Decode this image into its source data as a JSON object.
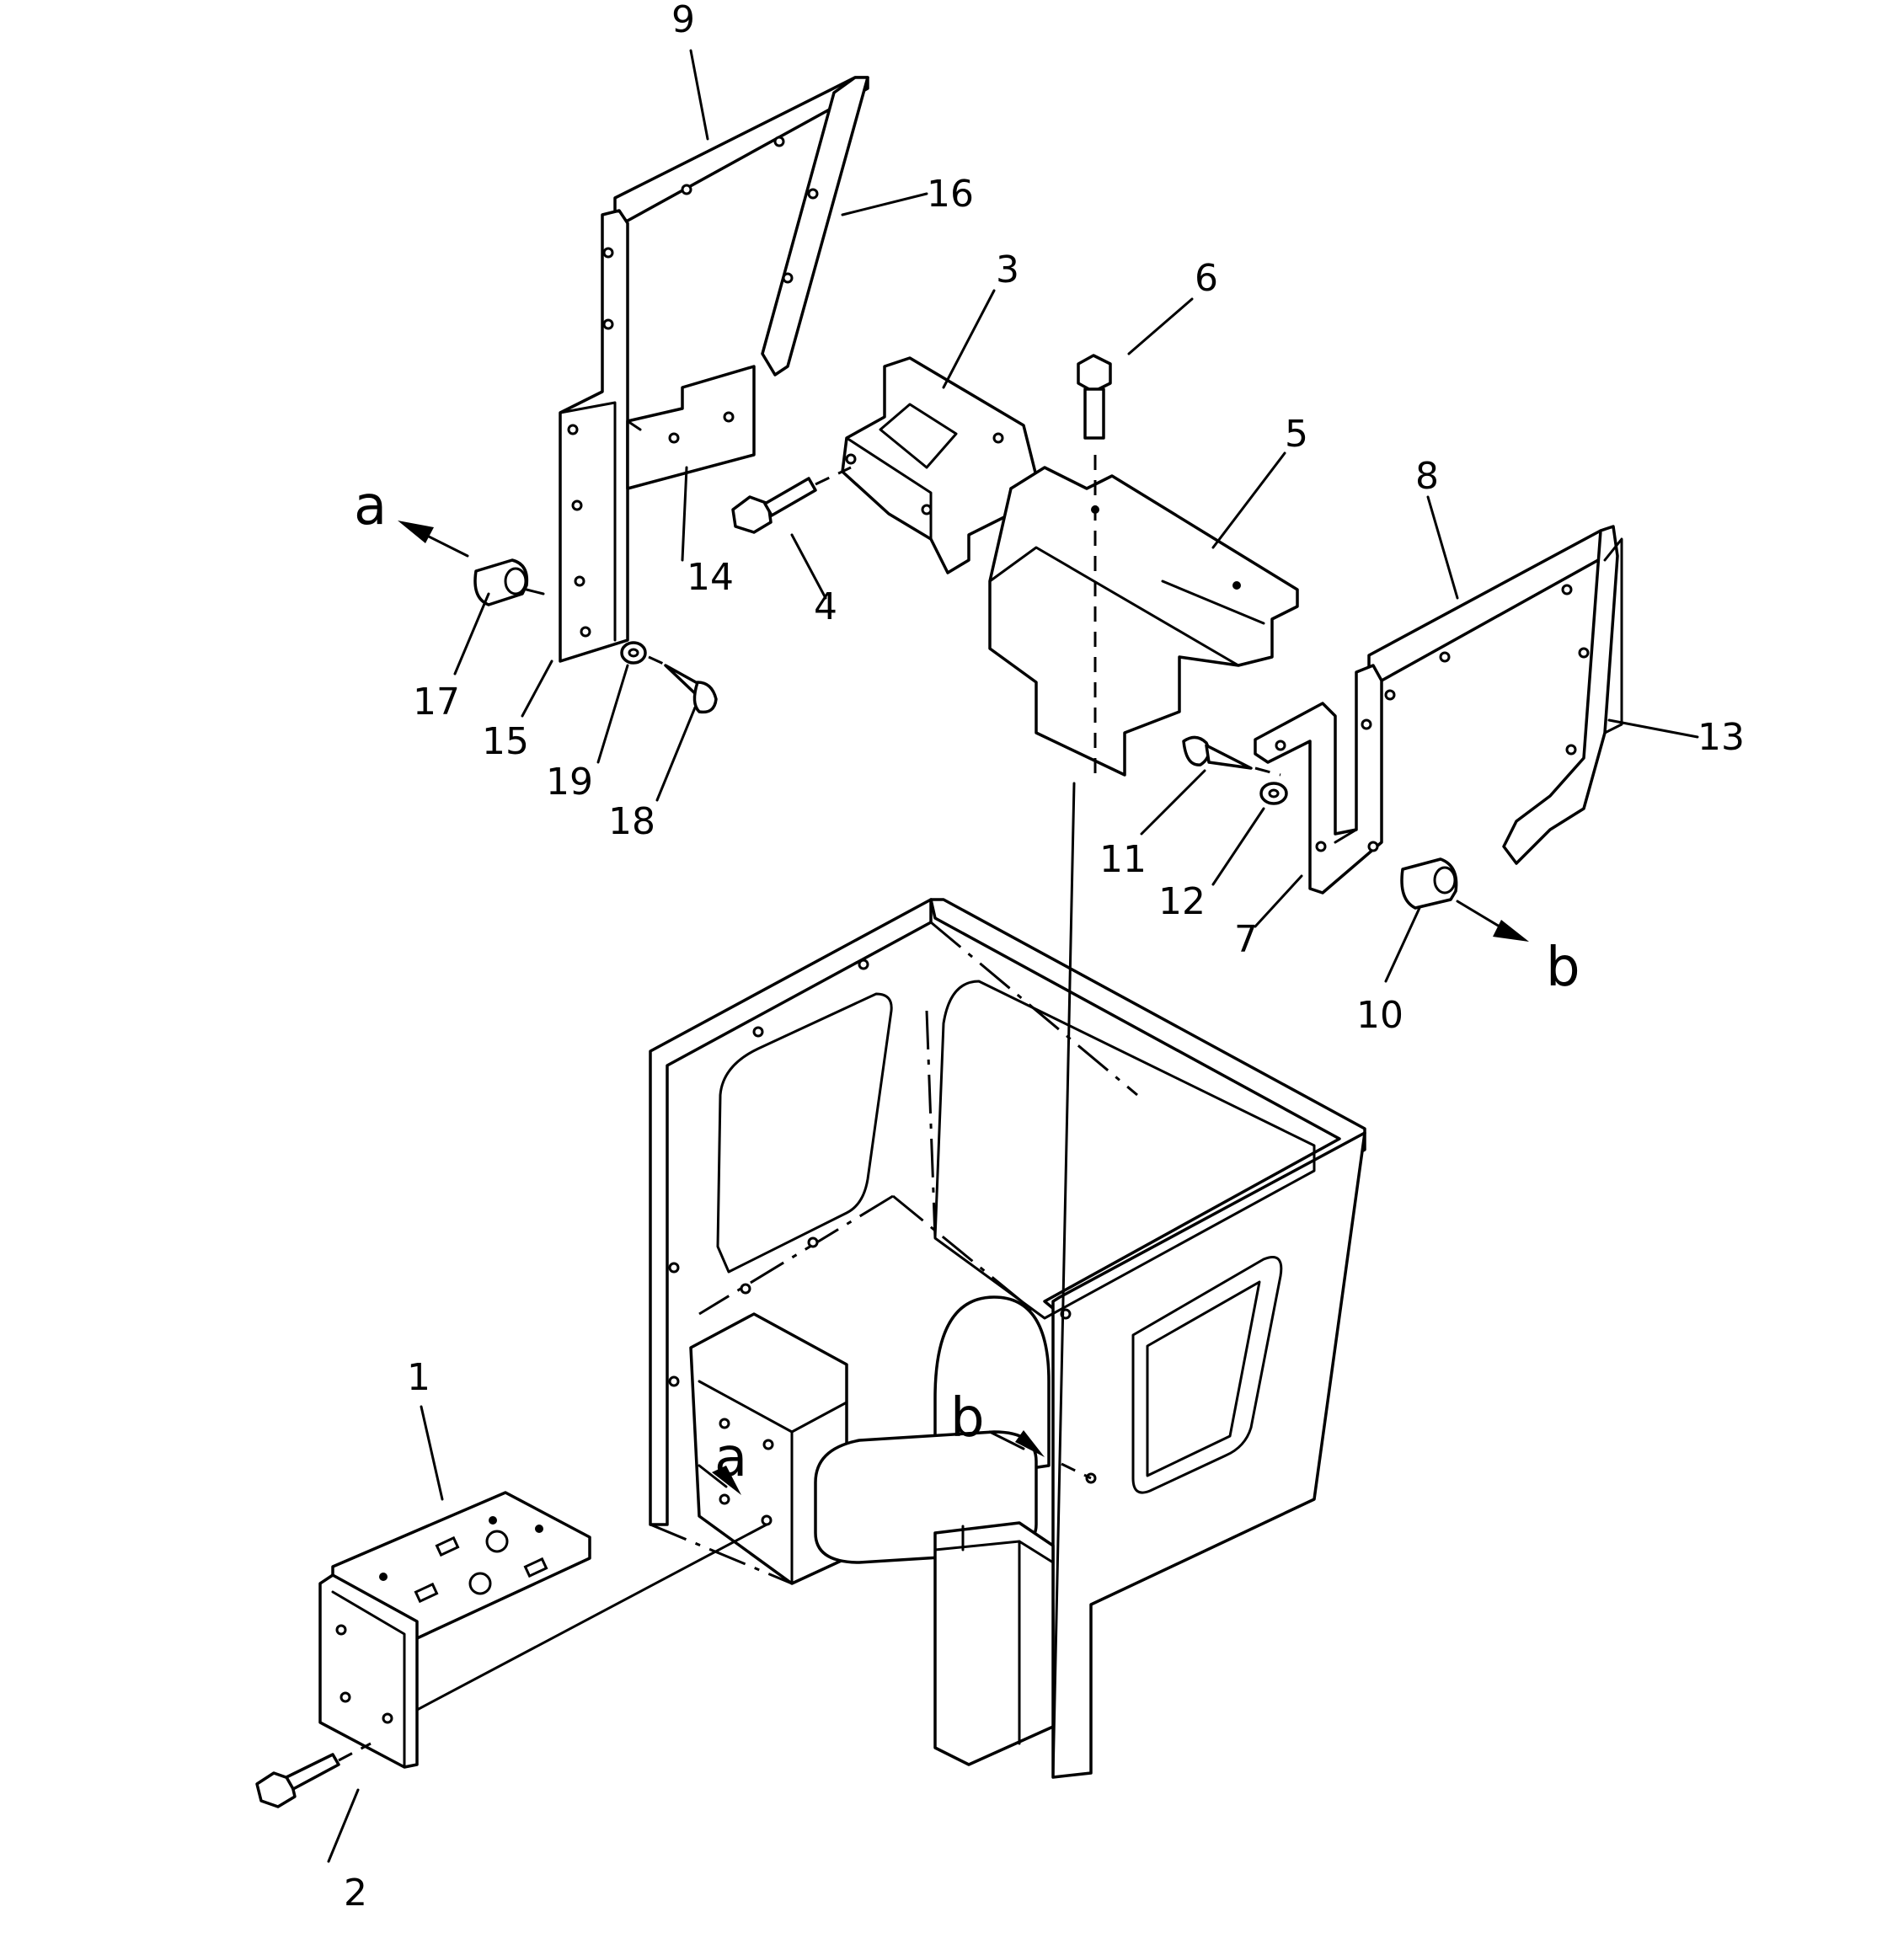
{
  "callouts": {
    "n1": "1",
    "n2": "2",
    "n3": "3",
    "n4": "4",
    "n5": "5",
    "n6": "6",
    "n7": "7",
    "n8": "8",
    "n9": "9",
    "n10": "10",
    "n11": "11",
    "n12": "12",
    "n13": "13",
    "n14": "14",
    "n15": "15",
    "n16": "16",
    "n17": "17",
    "n18": "18",
    "n19": "19"
  },
  "arrow_labels": {
    "a_top": "a",
    "b_top": "b",
    "a_cab": "a",
    "b_cab": "b"
  }
}
